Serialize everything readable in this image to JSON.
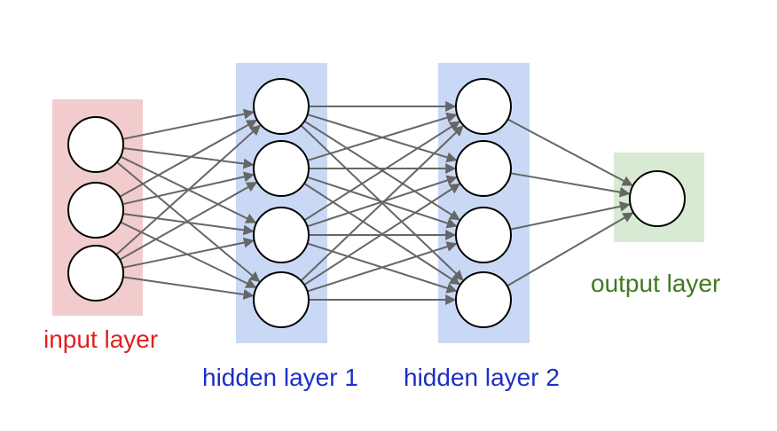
{
  "layers": [
    {
      "id": "input",
      "label": "input layer",
      "neurons": 3,
      "bg_color": "#f2cccc",
      "label_color": "#e02020"
    },
    {
      "id": "hidden1",
      "label": "hidden layer 1",
      "neurons": 4,
      "bg_color": "#c9d9f5",
      "label_color": "#1c2fc7"
    },
    {
      "id": "hidden2",
      "label": "hidden layer 2",
      "neurons": 4,
      "bg_color": "#c9d9f5",
      "label_color": "#1c2fc7"
    },
    {
      "id": "output",
      "label": "output layer",
      "neurons": 1,
      "bg_color": "#d8ead3",
      "label_color": "#3f7a1f"
    }
  ],
  "connection_color": "#666666",
  "neuron_fill": "#ffffff",
  "neuron_stroke": "#000000"
}
